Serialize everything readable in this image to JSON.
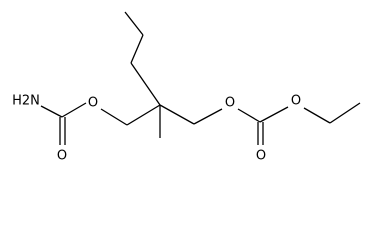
{
  "molecule": {
    "atoms": {
      "nh2": "H2N",
      "o_carbamate_ester": "O",
      "o_carbamate_carbonyl": "O",
      "o_carbonate_ester_left": "O",
      "o_carbonate_ester_right": "O",
      "o_carbonate_carbonyl": "O"
    }
  }
}
